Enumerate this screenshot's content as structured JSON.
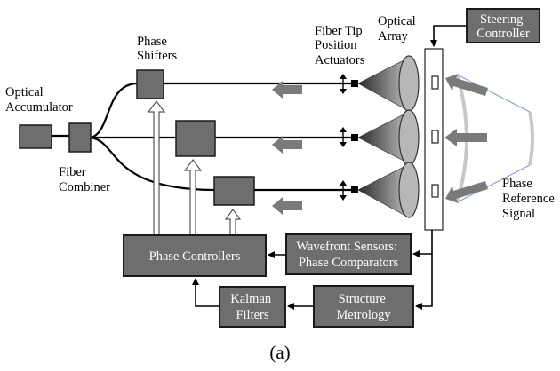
{
  "labels": {
    "optical_accumulator": [
      "Optical",
      "Accumulator"
    ],
    "fiber_combiner": [
      "Fiber",
      "Combiner"
    ],
    "phase_shifters": [
      "Phase",
      "Shifters"
    ],
    "fiber_tip_actuators": [
      "Fiber Tip",
      "Position",
      "Actuators"
    ],
    "optical_array": [
      "Optical",
      "Array"
    ],
    "phase_reference_signal": [
      "Phase",
      "Reference",
      "Signal"
    ]
  },
  "boxes": {
    "steering_controller": [
      "Steering",
      "Controller"
    ],
    "phase_controllers": [
      "Phase Controllers"
    ],
    "wavefront_sensors": [
      "Wavefront Sensors:",
      "Phase Comparators"
    ],
    "kalman_filters": [
      "Kalman",
      "Filters"
    ],
    "structure_metrology": [
      "Structure",
      "Metrology"
    ]
  },
  "caption": "(a)",
  "colors": {
    "box_fill": "#6e6e6e",
    "box_stroke": "#1a1a1a",
    "arrow_fill": "#7a7a7a",
    "line": "#000000",
    "wavefront": "#c8c8c8",
    "ray": "#7f9ccf"
  }
}
